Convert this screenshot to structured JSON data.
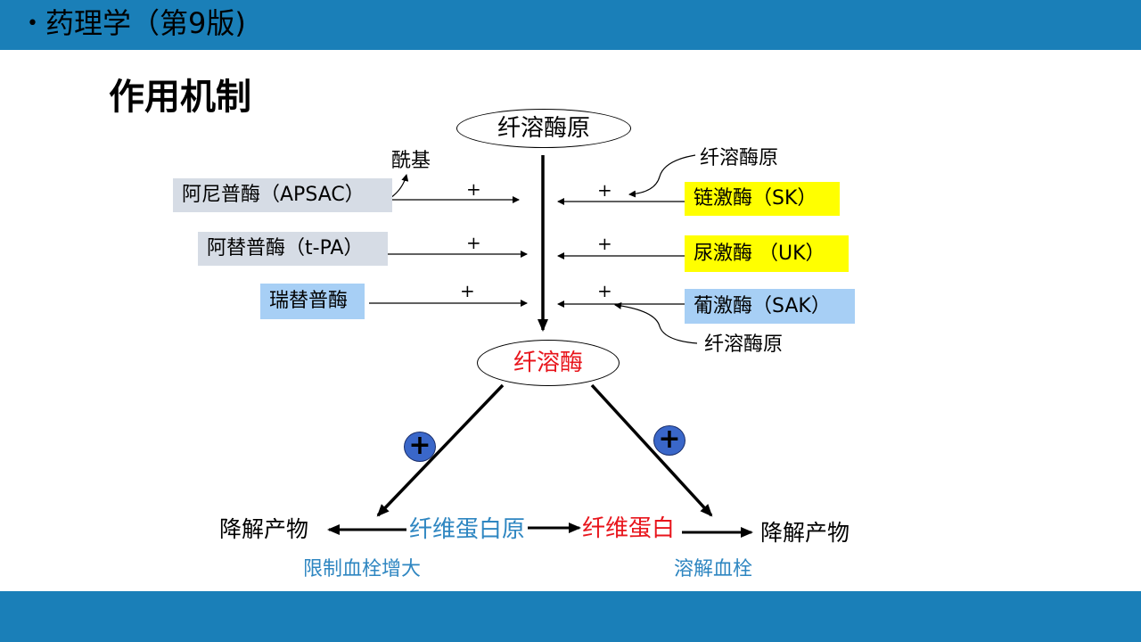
{
  "header": {
    "bullet": "•",
    "title": "药理学（第9版)"
  },
  "section_title": "作用机制",
  "nodes": {
    "plasminogen_top": "纤溶酶原",
    "plasmin": "纤溶酶",
    "fibrinogen": "纤维蛋白原",
    "fibrin": "纤维蛋白",
    "degradation_left": "降解产物",
    "degradation_right": "降解产物"
  },
  "left_drugs": [
    {
      "label": "阿尼普酶（APSAC）",
      "sign": "+",
      "color": "#d6dce5"
    },
    {
      "label": "阿替普酶（t-PA）",
      "sign": "+",
      "color": "#d6dce5"
    },
    {
      "label": "瑞替普酶",
      "sign": "+",
      "color": "#a7cff5"
    }
  ],
  "right_drugs": [
    {
      "label": "链激酶（SK）",
      "sign": "+",
      "color": "#ffff00"
    },
    {
      "label": "尿激酶 （UK）",
      "sign": "+",
      "color": "#ffff00"
    },
    {
      "label": "葡激酶（SAK）",
      "sign": "+",
      "color": "#a7cff5"
    }
  ],
  "annotations": {
    "acyl": "酰基",
    "plasminogen_sk": "纤溶酶原",
    "plasminogen_sak": "纤溶酶原",
    "limit_thrombus": "限制血栓增大",
    "dissolve_thrombus": "溶解血栓"
  },
  "circle_plus": "+",
  "colors": {
    "bar": "#1a7fb8",
    "gray_box": "#d6dce5",
    "yellow_box": "#ffff00",
    "blue_box": "#a7cff5",
    "red_text": "#e8141b",
    "teal_text": "#2e86c1",
    "circle_fill": "#3a67c9"
  }
}
